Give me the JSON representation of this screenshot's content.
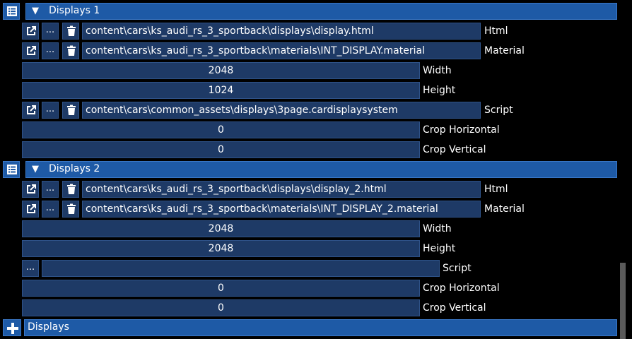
{
  "sections": [
    {
      "title": "Displays 1",
      "html_path": "content\\cars\\ks_audi_rs_3_sportback\\displays\\display.html",
      "html_label": "Html",
      "material_path": "content\\cars\\ks_audi_rs_3_sportback\\materials\\INT_DISPLAY.material",
      "material_label": "Material",
      "width_value": "2048",
      "width_label": "Width",
      "height_value": "1024",
      "height_label": "Height",
      "script_path": "content\\cars\\common_assets\\displays\\3page.cardisplaysystem",
      "script_label": "Script",
      "crop_h_value": "0",
      "crop_h_label": "Crop Horizontal",
      "crop_v_value": "0",
      "crop_v_label": "Crop Vertical"
    },
    {
      "title": "Displays 2",
      "html_path": "content\\cars\\ks_audi_rs_3_sportback\\displays\\display_2.html",
      "html_label": "Html",
      "material_path": "content\\cars\\ks_audi_rs_3_sportback\\materials\\INT_DISPLAY_2.material",
      "material_label": "Material",
      "width_value": "2048",
      "width_label": "Width",
      "height_value": "2048",
      "height_label": "Height",
      "script_path": "",
      "script_label": "Script",
      "crop_h_value": "0",
      "crop_h_label": "Crop Horizontal",
      "crop_v_value": "0",
      "crop_v_label": "Crop Vertical"
    }
  ],
  "buttons": {
    "browse_label": "...",
    "expand_glyph": "▼"
  },
  "footer": {
    "label": "Displays"
  },
  "colors": {
    "header_blue": "#1e5aa6",
    "field_blue": "#1e3a66",
    "background": "#000000"
  },
  "icons": [
    "list-icon",
    "collapse-arrow-icon",
    "open-external-icon",
    "trash-icon",
    "plus-icon"
  ]
}
